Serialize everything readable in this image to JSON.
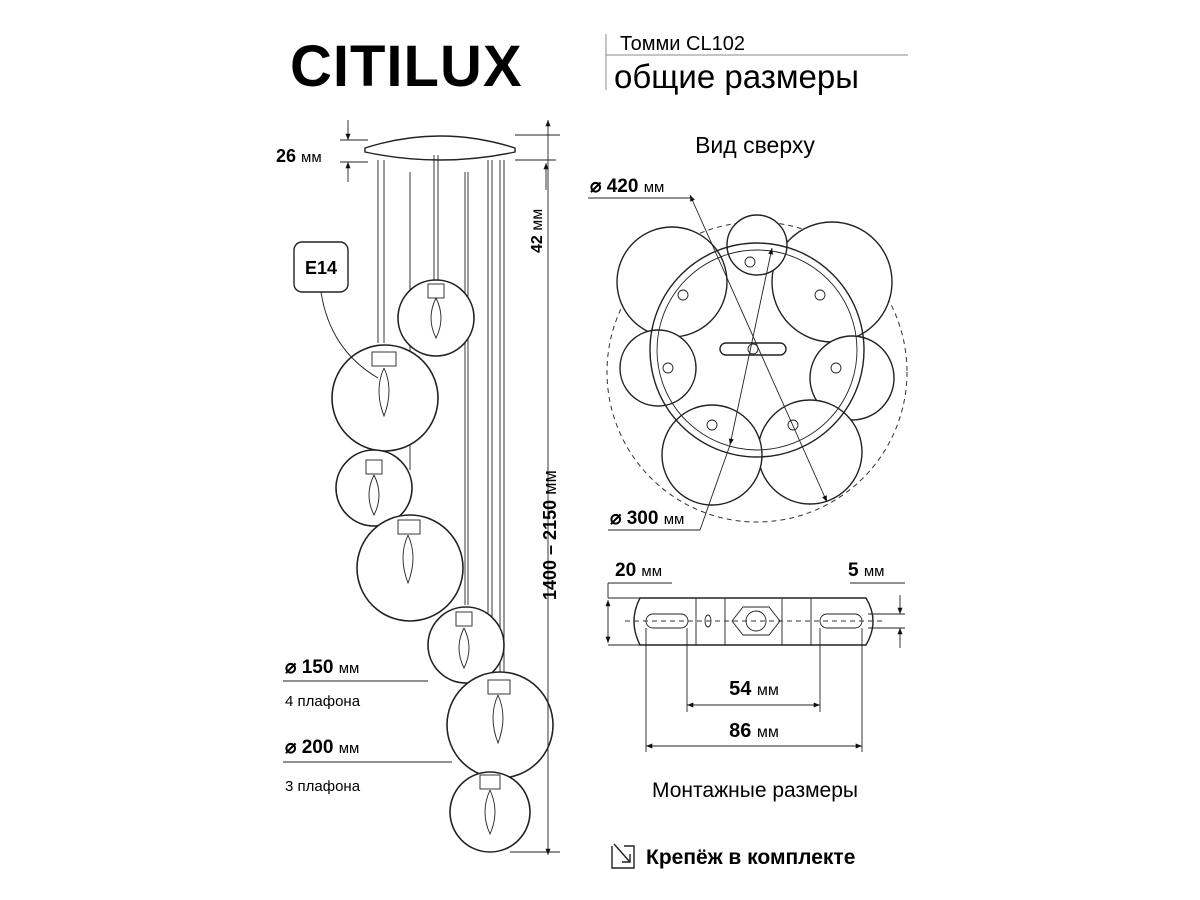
{
  "header": {
    "brand": "CITILUX",
    "model": "Томми CL102",
    "subtitle": "общие размеры"
  },
  "side_view": {
    "canopy_height_value": "26",
    "canopy_to_cord_value": "42",
    "total_height_value": "1400 – 2150",
    "unit": "мм",
    "socket_label": "E14",
    "small_globe": {
      "diameter": "⌀ 150",
      "count_label": "4 плафона"
    },
    "large_globe": {
      "diameter": "⌀ 200",
      "count_label": "3 плафона"
    }
  },
  "top_view": {
    "title": "Вид сверху",
    "outer_diameter": "⌀ 420",
    "canopy_diameter": "⌀ 300",
    "unit": "мм"
  },
  "mounting": {
    "bracket_width_value": "20",
    "slot_width_value": "5",
    "hole_spacing_value": "54",
    "bracket_length_value": "86",
    "unit": "мм",
    "title": "Монтажные размеры",
    "included_note": "Крепёж в комплекте"
  }
}
